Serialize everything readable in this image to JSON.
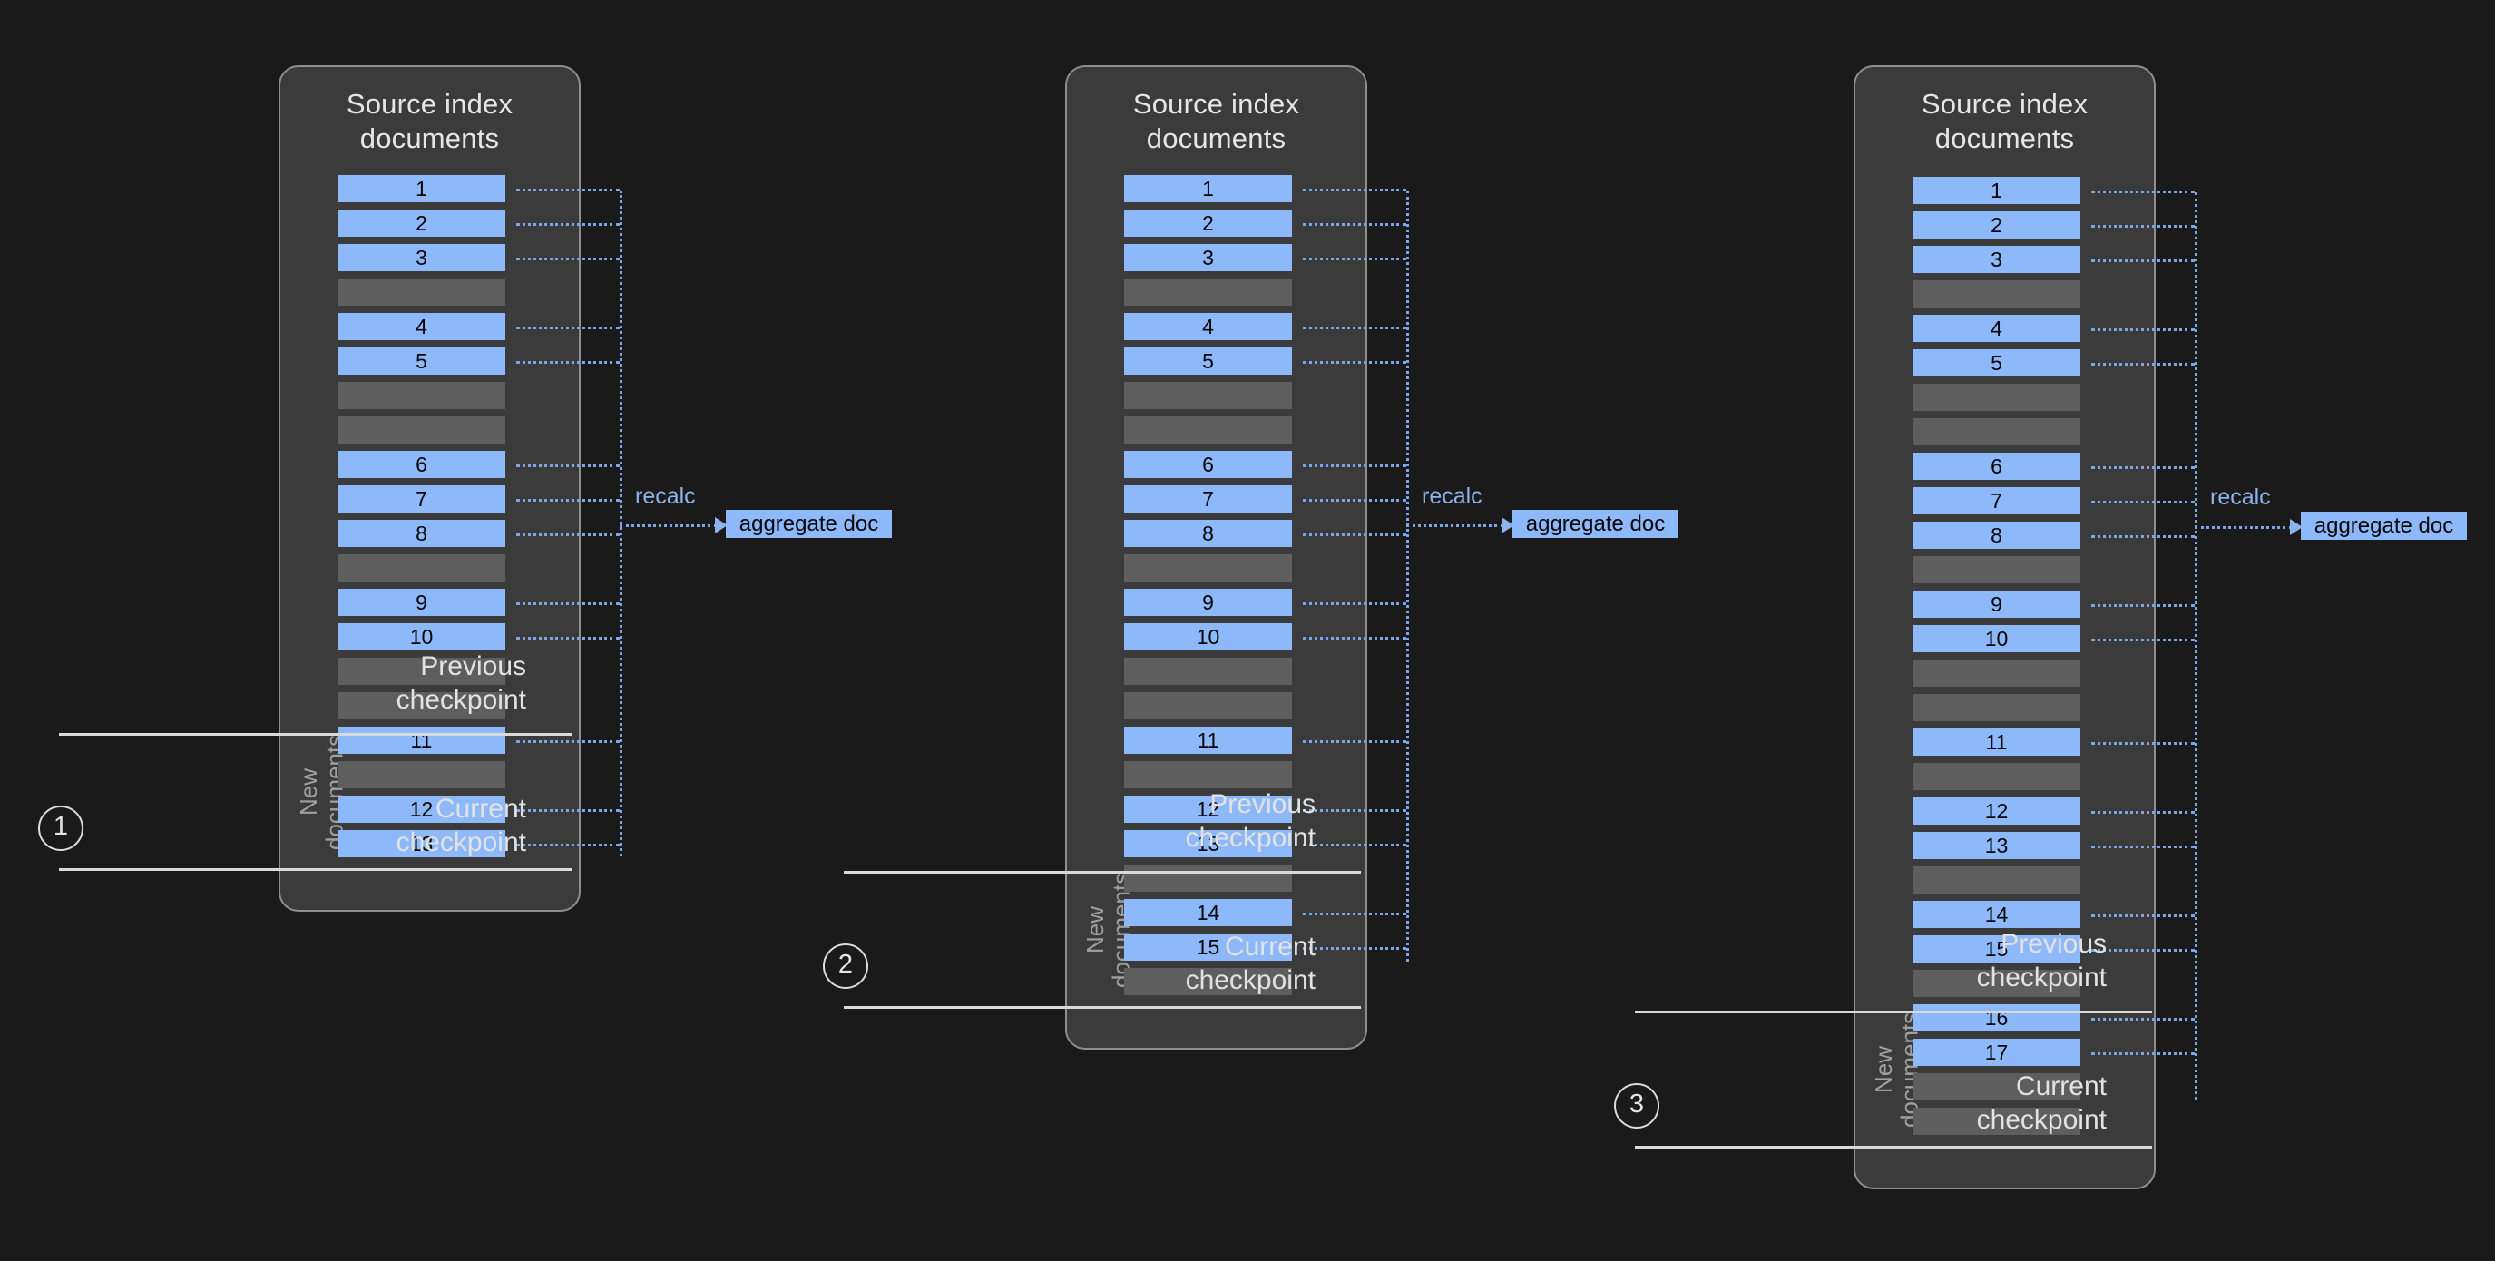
{
  "theme": {
    "background": "#1a1a1a",
    "panel_fill": "#3b3b3b",
    "panel_border": "#8e8e8e",
    "doc_blue": "#8db9fb",
    "gap_gray": "#5e5e5e",
    "connector_blue": "#7ba7e8",
    "rule_white": "#d9d9d9",
    "text_light": "#e2e2e2",
    "text_muted": "#a0a0a0"
  },
  "labels": {
    "panel_title": "Source index\ndocuments",
    "panel_title_line1": "Source index",
    "panel_title_line2": "documents",
    "new_documents": "New\ndocuments",
    "new_documents_line1": "New",
    "new_documents_line2": "documents",
    "previous_checkpoint": "Previous\ncheckpoint",
    "previous_checkpoint_line1": "Previous",
    "previous_checkpoint_line2": "checkpoint",
    "current_checkpoint": "Current\ncheckpoint",
    "current_checkpoint_line1": "Current",
    "current_checkpoint_line2": "checkpoint",
    "recalc": "recalc",
    "aggregate_doc": "aggregate doc"
  },
  "panels": [
    {
      "step": "1",
      "title_line1": "Source index",
      "title_line2": "documents",
      "rows": [
        {
          "label": "1",
          "type": "doc"
        },
        {
          "label": "2",
          "type": "doc"
        },
        {
          "label": "3",
          "type": "doc"
        },
        {
          "label": "",
          "type": "gap"
        },
        {
          "label": "4",
          "type": "doc"
        },
        {
          "label": "5",
          "type": "doc"
        },
        {
          "label": "",
          "type": "gap"
        },
        {
          "label": "",
          "type": "gap"
        },
        {
          "label": "6",
          "type": "doc"
        },
        {
          "label": "7",
          "type": "doc"
        },
        {
          "label": "8",
          "type": "doc"
        },
        {
          "label": "",
          "type": "gap"
        },
        {
          "label": "9",
          "type": "doc"
        },
        {
          "label": "10",
          "type": "doc"
        },
        {
          "label": "",
          "type": "gap"
        },
        {
          "label": "",
          "type": "gap"
        },
        {
          "label": "11",
          "type": "doc"
        },
        {
          "label": "",
          "type": "gap"
        },
        {
          "label": "12",
          "type": "doc"
        },
        {
          "label": "13",
          "type": "doc"
        }
      ],
      "new_documents_start_index": 16,
      "new_documents_end_index": 19,
      "previous_checkpoint_label_line1": "Previous",
      "previous_checkpoint_label_line2": "checkpoint",
      "current_checkpoint_label_line1": "Current",
      "current_checkpoint_label_line2": "checkpoint",
      "recalc_label": "recalc",
      "aggregate_doc_label": "aggregate doc"
    },
    {
      "step": "2",
      "title_line1": "Source index",
      "title_line2": "documents",
      "rows": [
        {
          "label": "1",
          "type": "doc"
        },
        {
          "label": "2",
          "type": "doc"
        },
        {
          "label": "3",
          "type": "doc"
        },
        {
          "label": "",
          "type": "gap"
        },
        {
          "label": "4",
          "type": "doc"
        },
        {
          "label": "5",
          "type": "doc"
        },
        {
          "label": "",
          "type": "gap"
        },
        {
          "label": "",
          "type": "gap"
        },
        {
          "label": "6",
          "type": "doc"
        },
        {
          "label": "7",
          "type": "doc"
        },
        {
          "label": "8",
          "type": "doc"
        },
        {
          "label": "",
          "type": "gap"
        },
        {
          "label": "9",
          "type": "doc"
        },
        {
          "label": "10",
          "type": "doc"
        },
        {
          "label": "",
          "type": "gap"
        },
        {
          "label": "",
          "type": "gap"
        },
        {
          "label": "11",
          "type": "doc"
        },
        {
          "label": "",
          "type": "gap"
        },
        {
          "label": "12",
          "type": "doc"
        },
        {
          "label": "13",
          "type": "doc"
        },
        {
          "label": "",
          "type": "gap"
        },
        {
          "label": "14",
          "type": "doc"
        },
        {
          "label": "15",
          "type": "doc"
        },
        {
          "label": "",
          "type": "gap"
        }
      ],
      "new_documents_start_index": 20,
      "new_documents_end_index": 23,
      "previous_checkpoint_label_line1": "Previous",
      "previous_checkpoint_label_line2": "checkpoint",
      "current_checkpoint_label_line1": "Current",
      "current_checkpoint_label_line2": "checkpoint",
      "recalc_label": "recalc",
      "aggregate_doc_label": "aggregate doc"
    },
    {
      "step": "3",
      "title_line1": "Source index",
      "title_line2": "documents",
      "rows": [
        {
          "label": "1",
          "type": "doc"
        },
        {
          "label": "2",
          "type": "doc"
        },
        {
          "label": "3",
          "type": "doc"
        },
        {
          "label": "",
          "type": "gap"
        },
        {
          "label": "4",
          "type": "doc"
        },
        {
          "label": "5",
          "type": "doc"
        },
        {
          "label": "",
          "type": "gap"
        },
        {
          "label": "",
          "type": "gap"
        },
        {
          "label": "6",
          "type": "doc"
        },
        {
          "label": "7",
          "type": "doc"
        },
        {
          "label": "8",
          "type": "doc"
        },
        {
          "label": "",
          "type": "gap"
        },
        {
          "label": "9",
          "type": "doc"
        },
        {
          "label": "10",
          "type": "doc"
        },
        {
          "label": "",
          "type": "gap"
        },
        {
          "label": "",
          "type": "gap"
        },
        {
          "label": "11",
          "type": "doc"
        },
        {
          "label": "",
          "type": "gap"
        },
        {
          "label": "12",
          "type": "doc"
        },
        {
          "label": "13",
          "type": "doc"
        },
        {
          "label": "",
          "type": "gap"
        },
        {
          "label": "14",
          "type": "doc"
        },
        {
          "label": "15",
          "type": "doc"
        },
        {
          "label": "",
          "type": "gap"
        },
        {
          "label": "16",
          "type": "doc"
        },
        {
          "label": "17",
          "type": "doc"
        },
        {
          "label": "",
          "type": "gap"
        },
        {
          "label": "",
          "type": "gap"
        }
      ],
      "new_documents_start_index": 24,
      "new_documents_end_index": 27,
      "previous_checkpoint_label_line1": "Previous",
      "previous_checkpoint_label_line2": "checkpoint",
      "current_checkpoint_label_line1": "Current",
      "current_checkpoint_label_line2": "checkpoint",
      "recalc_label": "recalc",
      "aggregate_doc_label": "aggregate doc"
    }
  ]
}
